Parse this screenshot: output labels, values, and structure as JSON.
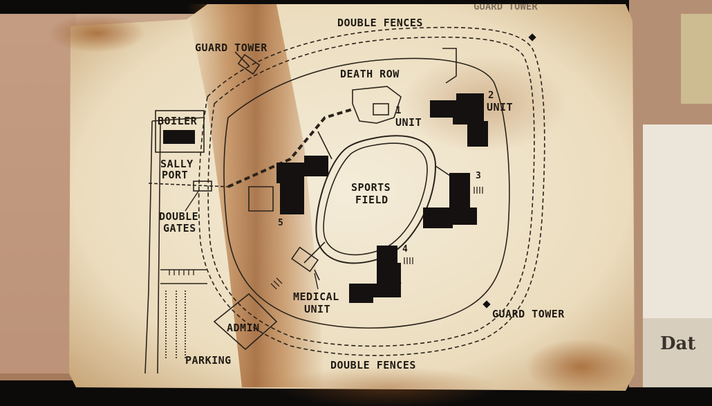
{
  "map": {
    "labels": {
      "double_fences_top": "DOUBLE FENCES",
      "double_fences_bottom": "DOUBLE FENCES",
      "guard_tower_top_left": "GUARD TOWER",
      "guard_tower_top_right": "GUARD TOWER",
      "guard_tower_bottom_right": "GUARD TOWER",
      "death_row": "DEATH ROW",
      "boiler": "BOILER",
      "sally_line1": "SALLY",
      "sally_line2": "PORT",
      "double_gates_line1": "DOUBLE",
      "double_gates_line2": "GATES",
      "sports_line1": "SPORTS",
      "sports_line2": "FIELD",
      "medical_line1": "MEDICAL",
      "medical_line2": "UNIT",
      "admin": "ADMIN",
      "parking": "PARKING",
      "unit_1_num": "1",
      "unit_1_word": "UNIT",
      "unit_2_num": "2",
      "unit_2_word": "UNIT",
      "unit_3_num": "3",
      "unit_4_num": "4",
      "unit_5_num": "5"
    },
    "side_paper_text": "Dat"
  },
  "colors": {
    "paper": "#efe4cc",
    "scorch": "#a85e22",
    "ink": "#1f1a14",
    "wall": "#b9886a",
    "backdrop": "#0c0b0a"
  }
}
